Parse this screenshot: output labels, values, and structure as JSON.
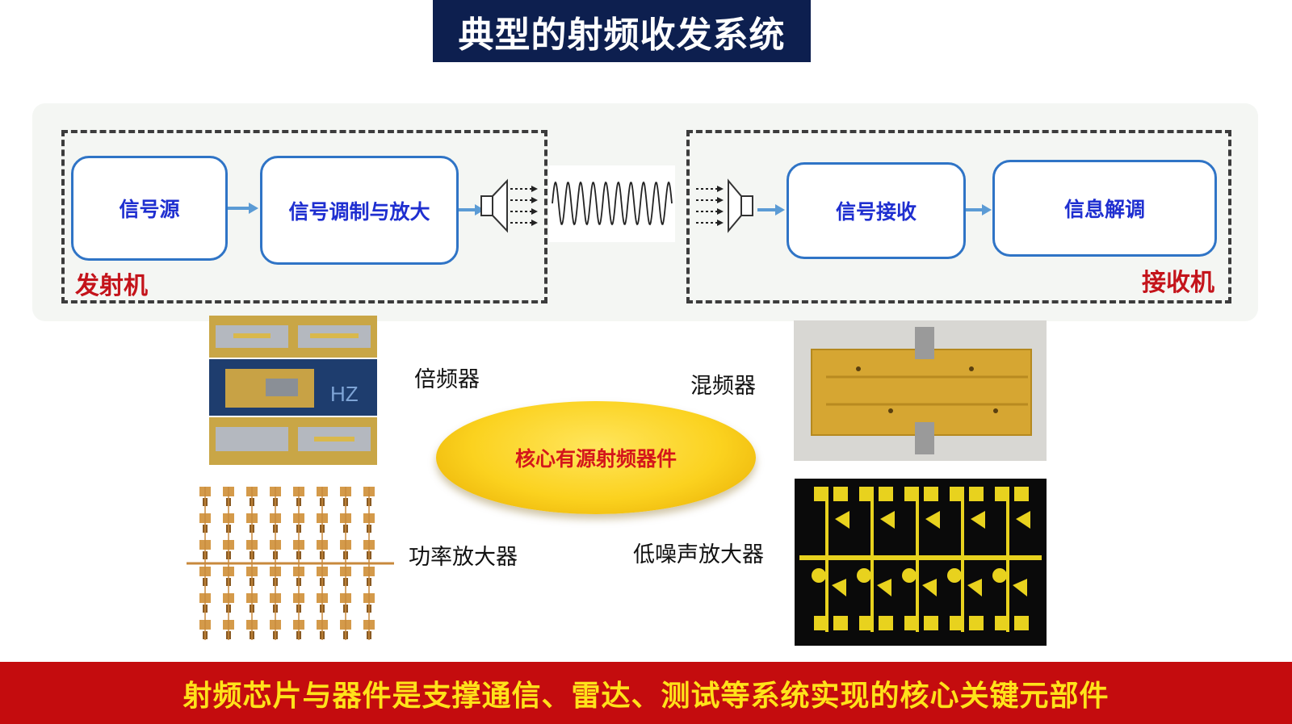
{
  "title": "典型的射频收发系统",
  "transmitter": {
    "label": "发射机",
    "blocks": [
      "信号源",
      "信号调制与放大"
    ]
  },
  "receiver": {
    "label": "接收机",
    "blocks": [
      "信号接收",
      "信息解调"
    ]
  },
  "center_label": "核心有源射频器件",
  "components": {
    "multiplier": "倍频器",
    "mixer": "混频器",
    "power_amplifier": "功率放大器",
    "lna": "低噪声放大器"
  },
  "banner": "射频芯片与器件是支撑通信、雷达、测试等系统实现的核心关键元部件",
  "colors": {
    "title_bg": "#0d1f4f",
    "block_border": "#2f74c6",
    "block_text": "#1f2fd0",
    "group_label": "#c4141b",
    "banner_bg": "#c40c0e",
    "banner_text": "#ffe21a",
    "ellipse": "#fbd21f"
  },
  "icons": [
    "speaker-icon",
    "waveform-icon",
    "arrow-right-icon"
  ]
}
